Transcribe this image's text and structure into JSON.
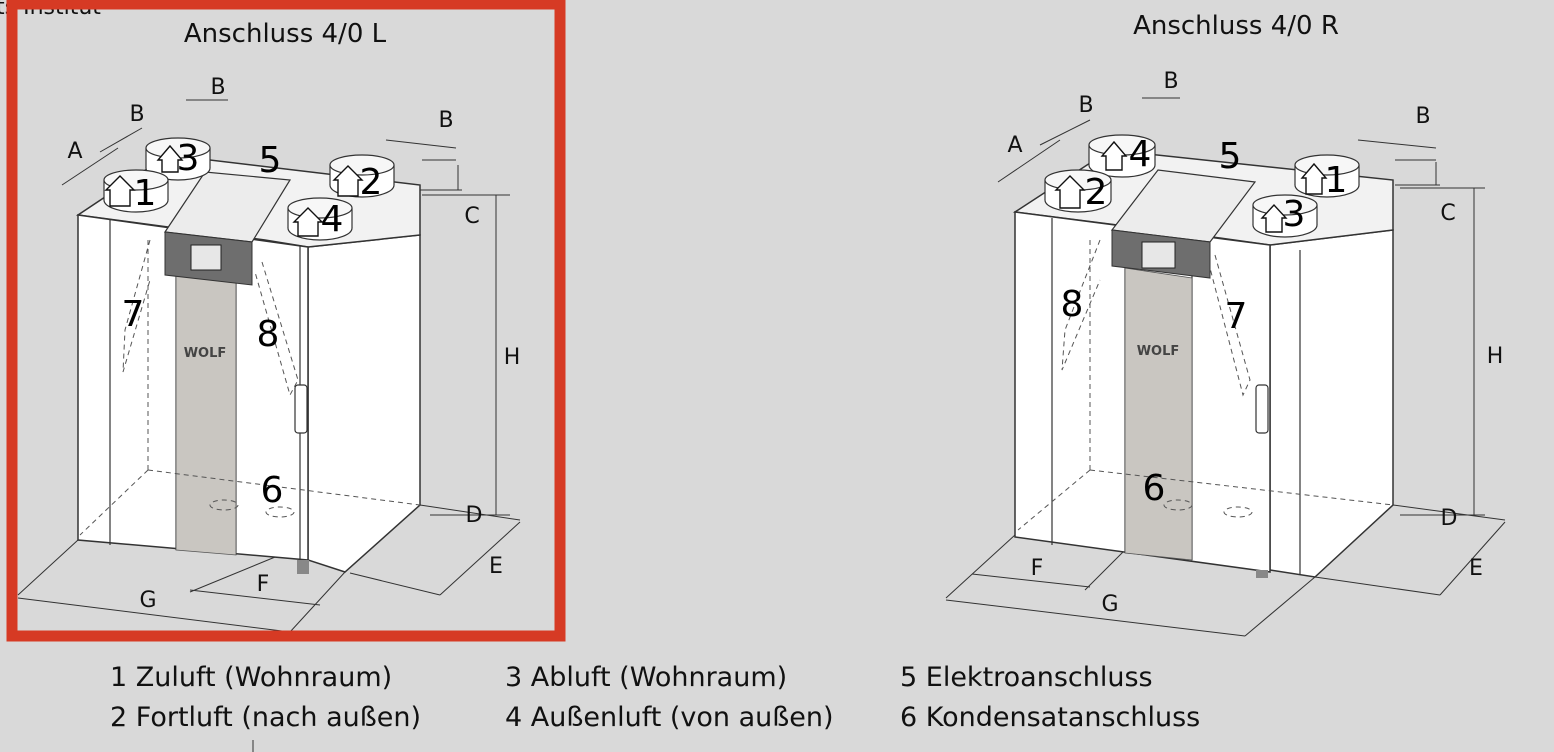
{
  "header_clip": "ts Institut",
  "diagrams": [
    {
      "title": "Anschluss 4/0 L",
      "dims": {
        "A": "A",
        "B1": "B",
        "B2": "B",
        "B3": "B",
        "C": "C",
        "D": "D",
        "E": "E",
        "F": "F",
        "G": "G",
        "H": "H"
      },
      "ports": {
        "front_left": "1",
        "back_left": "3",
        "back_right": "2",
        "front_right": "4"
      },
      "cable": "5",
      "condensate": "6",
      "left_marker": "7",
      "right_marker": "8",
      "logo": "WOLF"
    },
    {
      "title": "Anschluss 4/0 R",
      "dims": {
        "A": "A",
        "B1": "B",
        "B2": "B",
        "B3": "B",
        "C": "C",
        "D": "D",
        "E": "E",
        "F": "F",
        "G": "G",
        "H": "H"
      },
      "ports": {
        "front_left": "2",
        "back_left": "4",
        "back_right": "1",
        "front_right": "3"
      },
      "cable": "5",
      "condensate": "6",
      "left_marker": "8",
      "right_marker": "7",
      "logo": "WOLF"
    }
  ],
  "legend": {
    "col1": [
      "1 Zuluft (Wohnraum)",
      "2 Fortluft (nach außen)"
    ],
    "col2": [
      "3 Abluft (Wohnraum)",
      "4 Außenluft (von außen)"
    ],
    "col3": [
      "5 Elektroanschluss",
      "6 Kondensatanschluss"
    ]
  },
  "colors": {
    "highlight": "#d63a24",
    "background": "#d9d9d9",
    "panel": "#c9c6c1",
    "body": "#ffffff"
  }
}
